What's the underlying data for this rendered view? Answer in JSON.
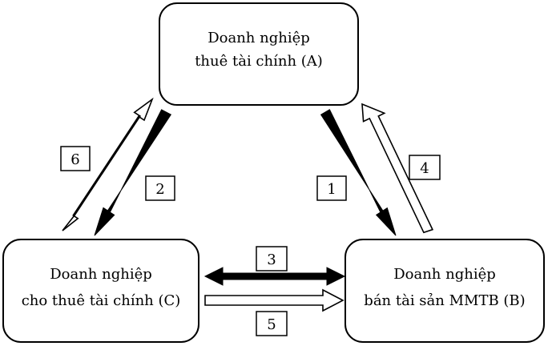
{
  "nodes": {
    "a": {
      "line1": "Doanh nghiệp",
      "line2": "thuê tài chính (A)"
    },
    "b": {
      "line1": "Doanh nghiệp",
      "line2": "bán tài sản MMTB (B)"
    },
    "c": {
      "line1": "Doanh nghiệp",
      "line2": "cho thuê tài chính (C)"
    }
  },
  "steps": {
    "s1": "1",
    "s2": "2",
    "s3": "3",
    "s4": "4",
    "s5": "5",
    "s6": "6"
  },
  "colors": {
    "stroke": "#000000",
    "fill_solid": "#000000",
    "fill_hollow": "#ffffff"
  }
}
